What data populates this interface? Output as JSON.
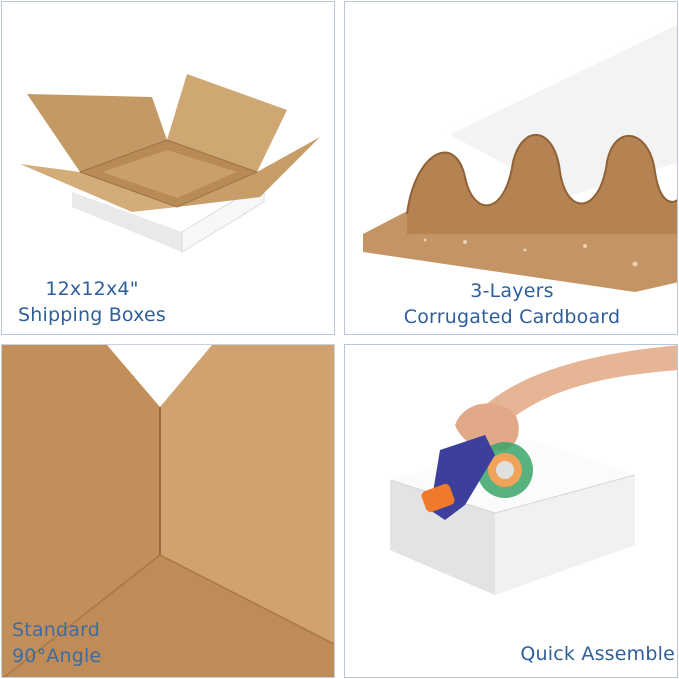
{
  "panels": [
    {
      "caption_line1": "12x12x4\"",
      "caption_line2": "Shipping Boxes"
    },
    {
      "caption_line1": "3-Layers",
      "caption_line2": "Corrugated Cardboard"
    },
    {
      "caption_line1": "Standard",
      "caption_line2": "90°Angle"
    },
    {
      "caption_line1": "Quick Assemble"
    }
  ],
  "colors": {
    "caption": "#2f5f9a",
    "border": "#b9c6da",
    "kraft": "#c8a06c",
    "kraft_dark": "#a97e4c",
    "white_board": "#f4f4f4",
    "tape_gun_blue": "#3a3f9a",
    "tape_gun_orange": "#f07a2a",
    "tape_roll_green": "#2f9d5c"
  }
}
